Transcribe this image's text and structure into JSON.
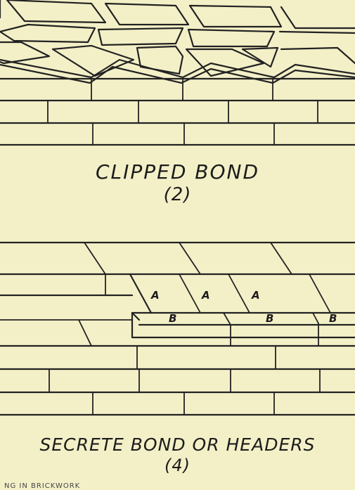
{
  "figures": [
    {
      "title": "CLIPPED BOND",
      "number": "(2)"
    },
    {
      "title": "SECRETE BOND OR HEADERS",
      "number": "(4)",
      "brick_labels_a": [
        "A",
        "A",
        "A"
      ],
      "brick_labels_b": [
        "B",
        "B",
        "B"
      ]
    }
  ],
  "footer_text": "NG IN BRICKWORK",
  "colors": {
    "paper": "#f3f0c8",
    "ink": "#222222"
  }
}
